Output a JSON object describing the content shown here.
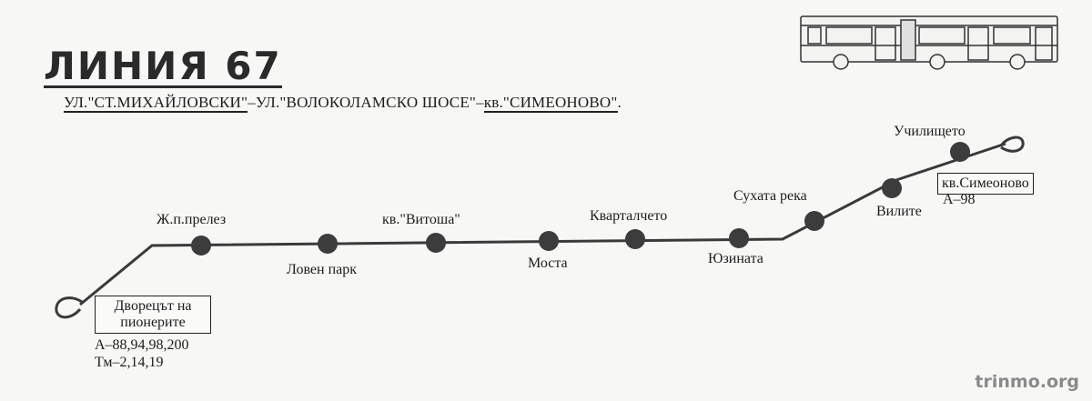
{
  "title": "ЛИНИЯ 67",
  "route": {
    "part1": "УЛ.\"СТ.МИХАЙЛОВСКИ\"",
    "sep1": "–",
    "part2": "УЛ.\"ВОЛОКОЛАМСКО ШОСЕ\"",
    "sep2": "–",
    "part3": "кв.\"СИМЕОНОВО\"",
    "end": "."
  },
  "stops": {
    "zhp_prelez": "Ж.п.прелез",
    "loven_park": "Ловен парк",
    "vitosha": "кв.\"Витоша\"",
    "mosta": "Моста",
    "kvartalcheto": "Кварталчето",
    "yuzinata": "Юзината",
    "suhata_reka": "Сухата река",
    "vilite": "Вилите",
    "uchilishteto": "Училището"
  },
  "terminal_start": {
    "line1": "Двoрецът на",
    "line2": "пионерите",
    "connections": [
      "А–88,94,98,200",
      "Тм–2,14,19"
    ]
  },
  "terminal_end": {
    "name": "кв.Симеоново",
    "connections": [
      "А–98"
    ]
  },
  "watermark": "trinmo.org",
  "colors": {
    "line": "#3a3a3a",
    "stop": "#3c3c3c",
    "bg": "#f7f7f5"
  },
  "icons": [
    "bus-icon"
  ]
}
